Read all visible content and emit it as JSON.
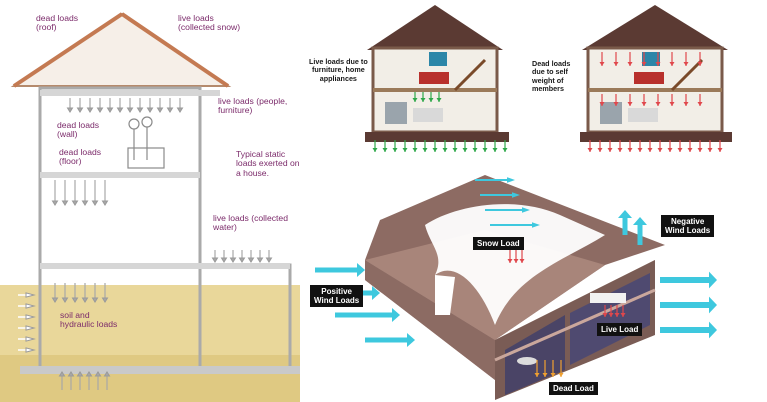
{
  "left_panel": {
    "labels": {
      "dead_loads_roof": "dead loads\n(roof)",
      "live_loads_snow": "live loads\n(collected snow)",
      "live_loads_people": "live loads (people,\nfurniture)",
      "dead_loads_wall": "dead loads\n(wall)",
      "dead_loads_floor": "dead loads\n(floor)",
      "typical_static": "Typical static\nloads exerted on\na house.",
      "live_loads_water": "live loads (collected\nwater)",
      "soil_hydraulic": "soil and\nhydraulic loads"
    }
  },
  "top_left_panel": {
    "caption": "Live loads due to\nfurniture, home\nappliances"
  },
  "top_right_panel": {
    "caption": "Dead loads\ndue to self\nweight of\nmembers"
  },
  "bottom_panel": {
    "labels": {
      "snow_load": "Snow Load",
      "negative_wind": "Negative\nWind Loads",
      "positive_wind": "Positive\nWind Loads",
      "live_load": "Live Load",
      "dead_load": "Dead Load"
    }
  },
  "colors": {
    "purple_text": "#7b2a6a",
    "roof_brown": "#6b4a3a",
    "wind_cyan": "#3ec8de",
    "live_green": "#2ea84a",
    "dead_red": "#e0474c",
    "dead_orange": "#f0a030",
    "ground_yellow": "#e9d79a"
  }
}
